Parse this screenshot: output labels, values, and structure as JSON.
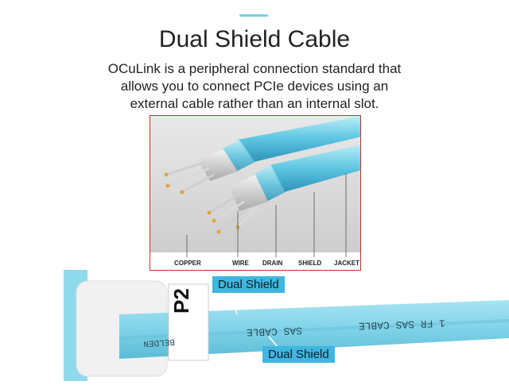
{
  "title": "Dual Shield Cable",
  "description": [
    "OCuLink is a peripheral connection standard that",
    "allows you to connect PCIe devices using an",
    "external cable rather than an internal slot."
  ],
  "diagram_labels": [
    "COPPER",
    "WIRE",
    "DRAIN",
    "SHIELD",
    "JACKET"
  ],
  "cable_photo": {
    "plug_label": "P2",
    "cable_print_1": "BELDEN",
    "cable_print_2": "SAS CABLE",
    "cable_print_3": "1 FR  SAS  CABLE"
  },
  "callouts": {
    "top": "Dual Shield",
    "bottom": "Dual Shield"
  },
  "colors": {
    "accent": "#79d2e3",
    "callout_bg": "#3fb6df",
    "frame": "#b8362b",
    "cable": "#7fd3e8"
  }
}
